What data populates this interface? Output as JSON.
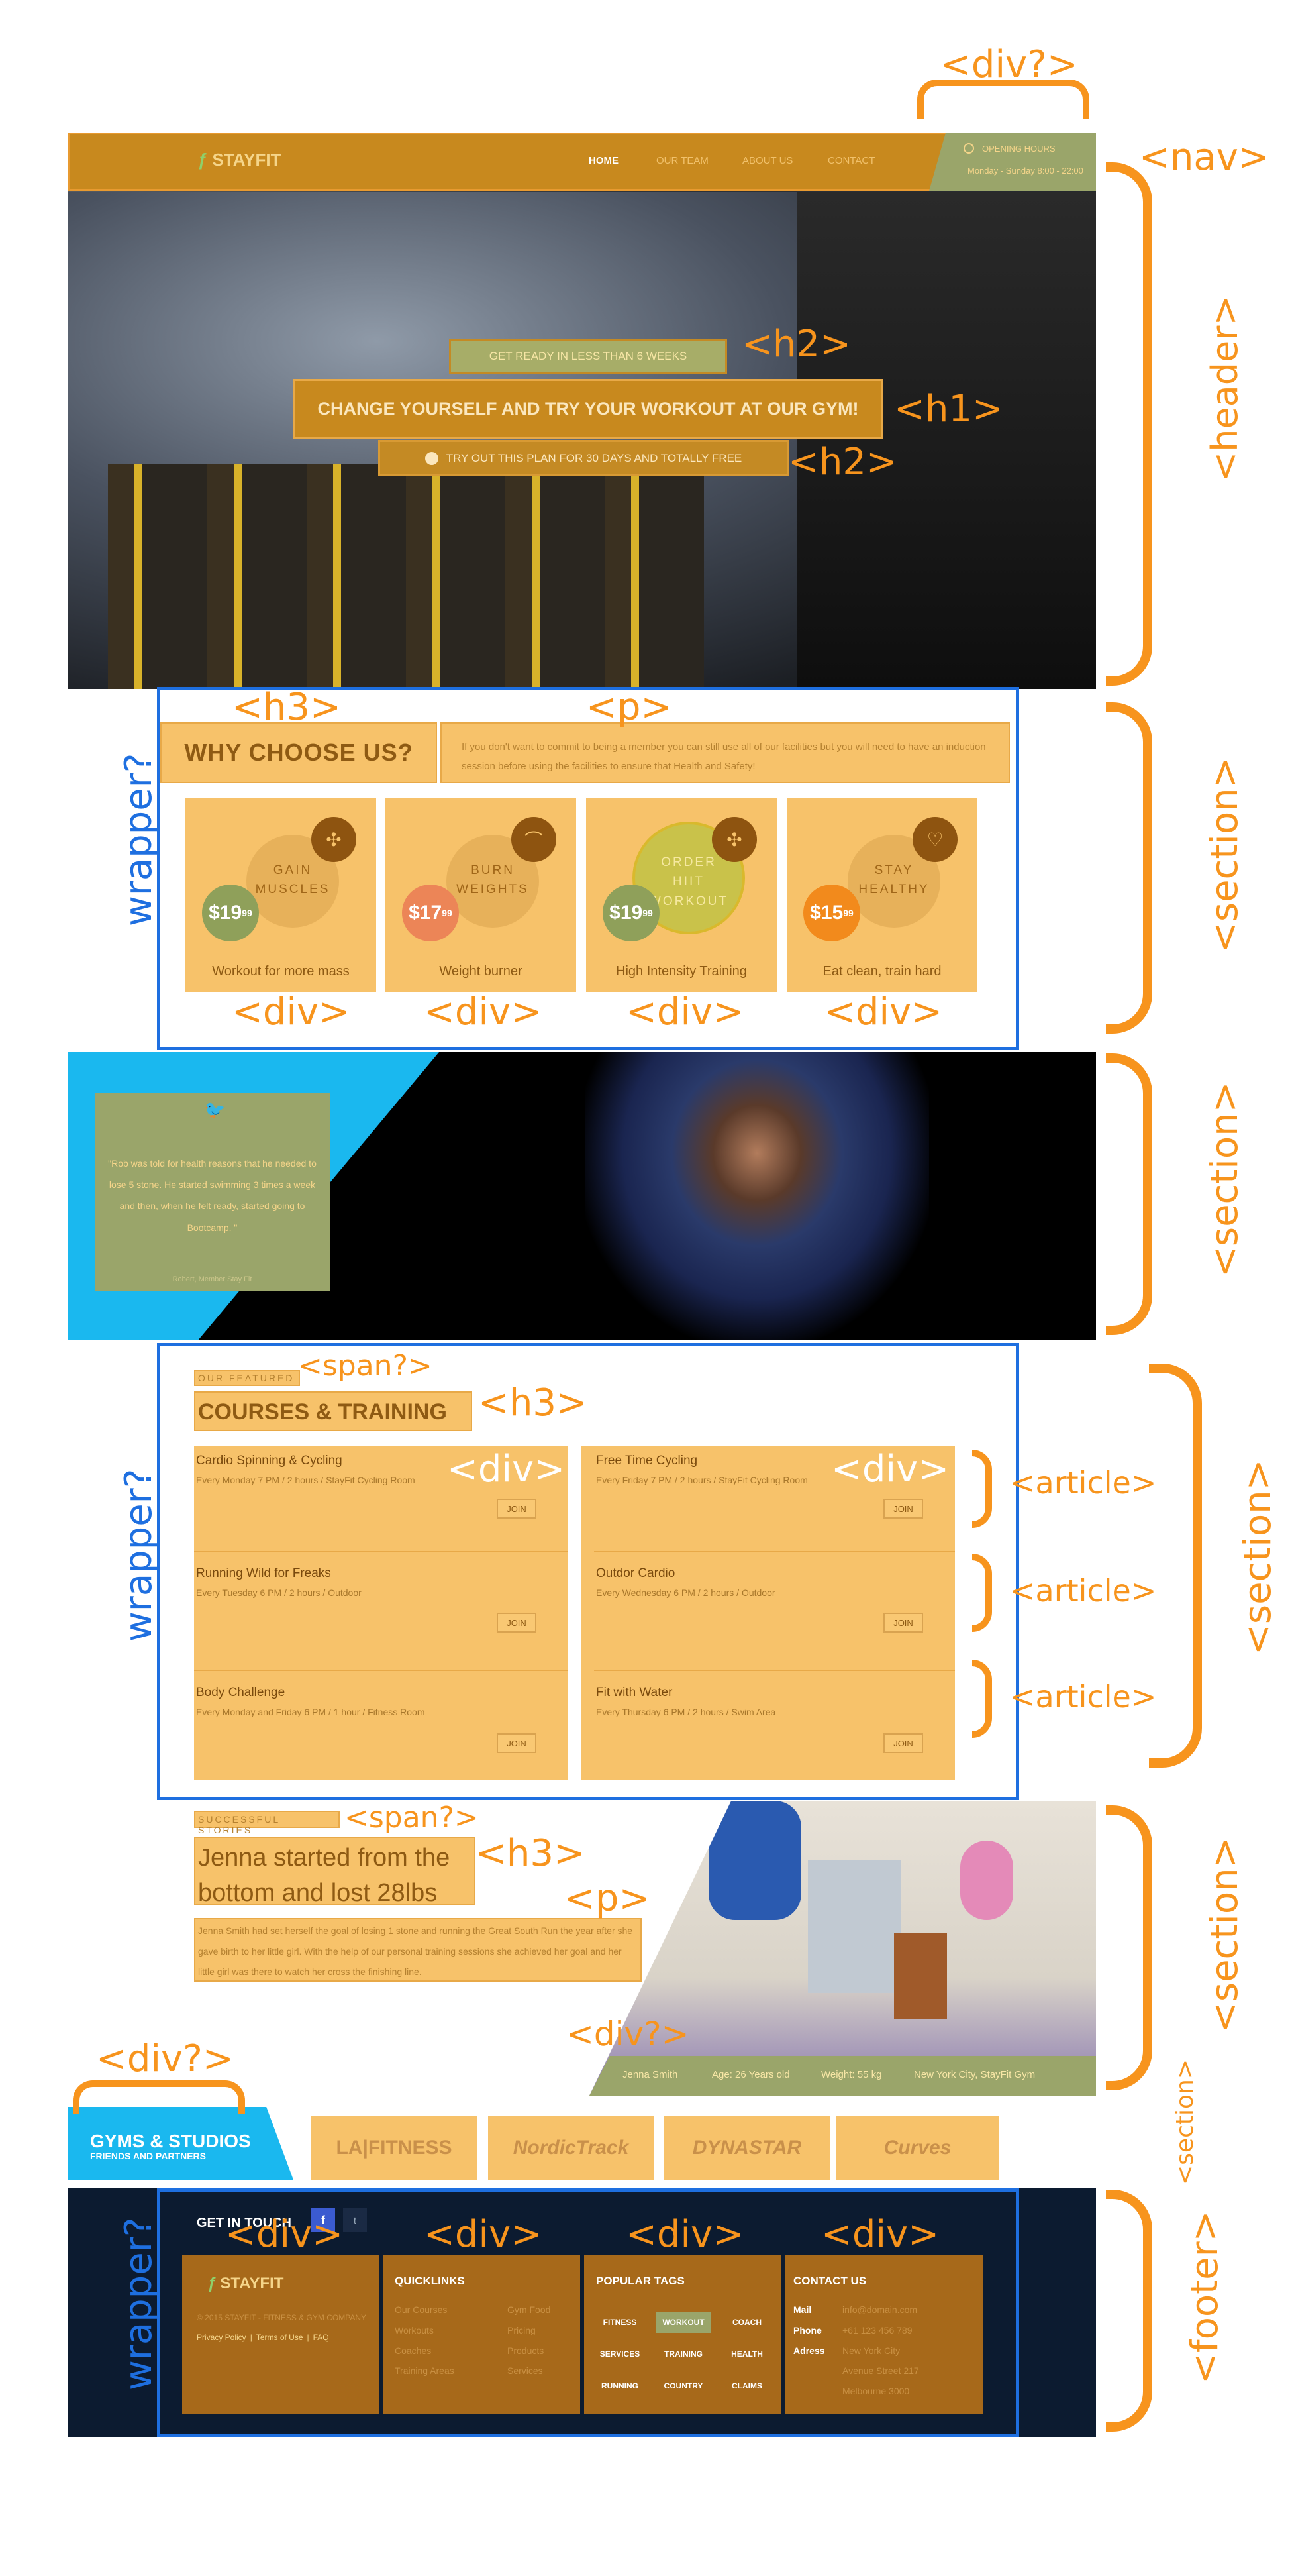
{
  "brand": {
    "name": "STAYFIT"
  },
  "nav": {
    "items": [
      "HOME",
      "OUR TEAM",
      "ABOUT US",
      "CONTACT"
    ]
  },
  "hours": {
    "title": "OPENING HOURS",
    "text": "Monday - Sunday 8:00 - 22:00"
  },
  "hero": {
    "h2_top": "GET READY IN LESS THAN 6 WEEKS",
    "h1": "CHANGE YOURSELF AND TRY YOUR WORKOUT AT OUR GYM!",
    "h2_bottom": "TRY OUT THIS PLAN FOR 30 DAYS AND TOTALLY FREE"
  },
  "why": {
    "title": "WHY CHOOSE US?",
    "text": "If you don't want to commit to being a member you can still use all of our facilities but you will need to have an induction session before using the facilities to ensure that Health and Safety!",
    "cards": [
      {
        "label": "GAIN MUSCLES",
        "price": "$19",
        "cents": "99",
        "caption": "Workout for more mass",
        "price_color": "#8fa05a",
        "icon": "dumbbell-icon"
      },
      {
        "label": "BURN WEIGHTS",
        "price": "$17",
        "cents": "99",
        "caption": "Weight burner",
        "price_color": "#ec8557",
        "icon": "shoe-icon"
      },
      {
        "label": "ORDER HIIT WORKOUT",
        "price": "$19",
        "cents": "99",
        "caption": "High Intensity Training",
        "price_color": "#8fa05a",
        "icon": "dumbbell-icon"
      },
      {
        "label": "STAY HEALTHY",
        "price": "$15",
        "cents": "99",
        "caption": "Eat clean, train hard",
        "price_color": "#f28a1c",
        "icon": "heart-icon"
      }
    ]
  },
  "testimonial": {
    "quote": "\"Rob was told for health reasons that he needed to lose 5 stone. He started swimming 3 times a week and then, when he felt ready, started going to Bootcamp. \"",
    "author": "Robert, Member Stay Fit"
  },
  "courses": {
    "kicker": "OUR FEATURED",
    "title": "COURSES & TRAINING",
    "left": [
      {
        "title": "Cardio Spinning & Cycling",
        "sub": "Every Monday 7 PM / 2 hours  /  StayFit Cycling Room"
      },
      {
        "title": "Running Wild for Freaks",
        "sub": "Every Tuesday 6 PM / 2 hours  /  Outdoor"
      },
      {
        "title": "Body Challenge",
        "sub": "Every Monday and Friday 6 PM / 1 hour  /  Fitness Room"
      }
    ],
    "right": [
      {
        "title": "Free Time Cycling",
        "sub": "Every Friday 7 PM / 2 hours  /  StayFit Cycling Room"
      },
      {
        "title": "Outdor Cardio",
        "sub": "Every Wednesday 6 PM / 2 hours  /  Outdoor"
      },
      {
        "title": "Fit with Water",
        "sub": "Every Thursday 6 PM / 2 hours  /  Swim Area"
      }
    ],
    "join": "JOIN"
  },
  "story": {
    "kicker": "SUCCESSFUL STORIES",
    "title_l1": "Jenna started from the",
    "title_l2": "bottom and lost 28lbs",
    "text": "Jenna Smith had set herself the goal of losing 1 stone and running the Great South Run the year after she gave birth to her little girl. With the help of our personal training sessions she achieved her goal and her little girl was there to watch her cross the finishing line.",
    "bar": [
      "Jenna Smith",
      "Age: 26 Years old",
      "Weight: 55 kg",
      "New York City, StayFit Gym"
    ]
  },
  "partners": {
    "title": "GYMS & STUDIOS",
    "sub": "FRIENDS AND PARTNERS",
    "logos": [
      "LA|FITNESS",
      "NordicTrack",
      "DYNASTAR",
      "Curves"
    ]
  },
  "footer": {
    "get_in": "GET IN TOUCH",
    "fb": "f",
    "tw": "t",
    "copy": "© 2015 STAYFIT - FITNESS & GYM COMPANY",
    "links": [
      "Privacy Policy",
      "Terms of Use",
      "FAQ"
    ],
    "quick_title": "QUICKLINKS",
    "quick": [
      "Our Courses",
      "Workouts",
      "Coaches",
      "Training Areas",
      "Gym Food",
      "Pricing",
      "Products",
      "Services"
    ],
    "tags_title": "POPULAR TAGS",
    "tags": [
      "FITNESS",
      "WORKOUT",
      "COACH",
      "SERVICES",
      "TRAINING",
      "HEALTH",
      "RUNNING",
      "COUNTRY",
      "CLAIMS"
    ],
    "contact_title": "CONTACT US",
    "contact_labels": [
      "Mail",
      "Phone",
      "Adress"
    ],
    "contact_vals": [
      "info@domain.com",
      "+61 123 456 789",
      "New York City",
      "Avenue Street 217",
      "Melbourne 3000"
    ]
  },
  "annotations": {
    "div": "<div?>",
    "nav": "<nav>",
    "header": "<header>",
    "h2": "<h2>",
    "h1": "<h1>",
    "h3": "<h3>",
    "p": "<p>",
    "divtag": "<div>",
    "section": "<section>",
    "wrapper": "wrapper?",
    "span": "<span?>",
    "article": "<article>",
    "footer": "<footer>"
  }
}
